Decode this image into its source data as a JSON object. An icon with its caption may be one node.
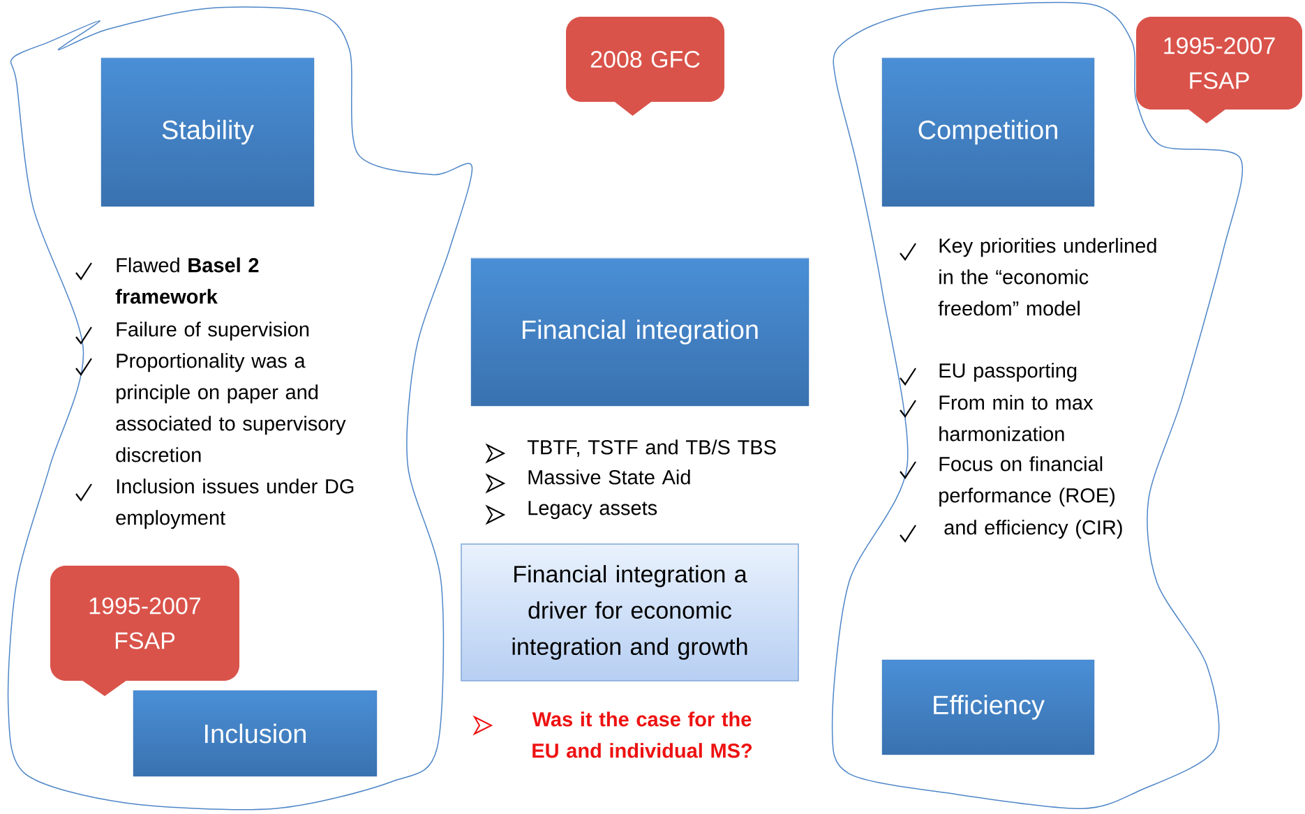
{
  "diagram": {
    "nodes": [
      {
        "text": [
          "Stability"
        ]
      },
      {
        "text": [
          "Competition"
        ]
      },
      {
        "text": [
          "Financial integration"
        ]
      },
      {
        "text": [
          "Efficiency"
        ]
      },
      {
        "text": [
          "Inclusion"
        ]
      },
      {
        "text": [
          "2008 GFC"
        ]
      },
      {
        "text": [
          "1995-2007 FSAP"
        ]
      },
      {
        "text": [
          "1995-2007 FSAP"
        ]
      },
      {
        "text": [
          "Financial integration a driver for economic integration and growth"
        ]
      }
    ],
    "edges": [],
    "labels": [
      "Flawed **Basel 2 framework**",
      "Failure of supervision",
      "Proportionality was a principle on paper and associated to supervisory discretion",
      "Inclusion issues under DG employment",
      "Key priorities underlined in the “economic freedom” model",
      "EU passporting",
      "From min to max harmonization",
      "Focus on financial performance (ROE)",
      "and efficiency (CIR)",
      "TBTF, TSTF and TB/S TBS",
      "Massive State Aid",
      "Legacy assets",
      "Was it the case for the EU and individual MS?"
    ]
  }
}
